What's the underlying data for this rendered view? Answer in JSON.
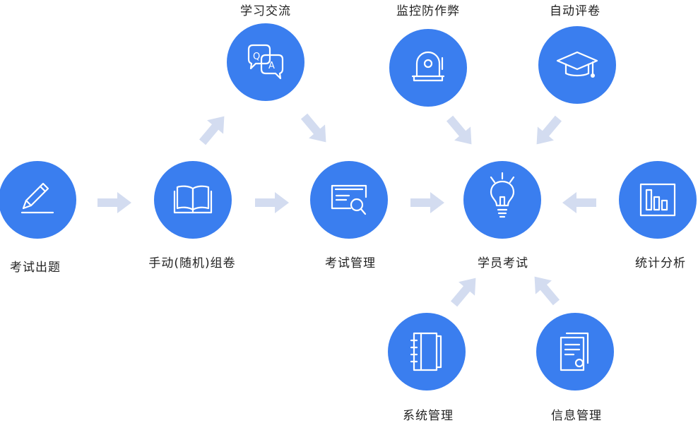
{
  "colors": {
    "node": "#3a7eef",
    "arrow": "#d3dcf0",
    "text": "#222222",
    "icon": "#ffffff"
  },
  "nodes": {
    "exam_setup": {
      "label": "考试出题",
      "icon": "pencil-icon"
    },
    "paper_compose": {
      "label": "手动(随机)组卷",
      "icon": "book-icon"
    },
    "exam_manage": {
      "label": "考试管理",
      "icon": "certificate-search-icon"
    },
    "student_exam": {
      "label": "学员考试",
      "icon": "lightbulb-icon"
    },
    "study_exchange": {
      "label": "学习交流",
      "icon": "qa-chat-icon"
    },
    "anti_cheat": {
      "label": "监控防作弊",
      "icon": "alarm-bell-icon"
    },
    "auto_grading": {
      "label": "自动评卷",
      "icon": "graduation-cap-icon"
    },
    "statistics": {
      "label": "统计分析",
      "icon": "bar-chart-icon"
    },
    "system_manage": {
      "label": "系统管理",
      "icon": "notebook-icon"
    },
    "info_manage": {
      "label": "信息管理",
      "icon": "document-stamp-icon"
    }
  }
}
